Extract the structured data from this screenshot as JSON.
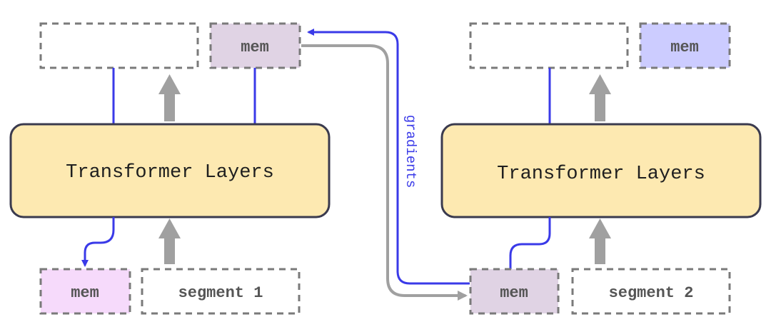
{
  "left_group": {
    "layer_label": "Transformer Layers",
    "output_mem_label": "mem",
    "input_mem_label": "mem",
    "segment_label": "segment 1"
  },
  "right_group": {
    "layer_label": "Transformer Layers",
    "output_mem_label": "mem",
    "input_mem_label": "mem",
    "segment_label": "segment 2"
  },
  "gradients_label": "gradients",
  "colors": {
    "layer_fill": "#fde9b1",
    "layer_stroke": "#3a3a4e",
    "dashed_stroke": "#7a7a7a",
    "output_mem_left_fill": "#e0d3e4",
    "input_mem_left_fill": "#f6dafb",
    "output_mem_right_fill": "#ccccff",
    "input_mem_right_fill": "#e0d3e4",
    "blue_line": "#3a3ae8",
    "gray_arrow": "#a0a0a0"
  }
}
